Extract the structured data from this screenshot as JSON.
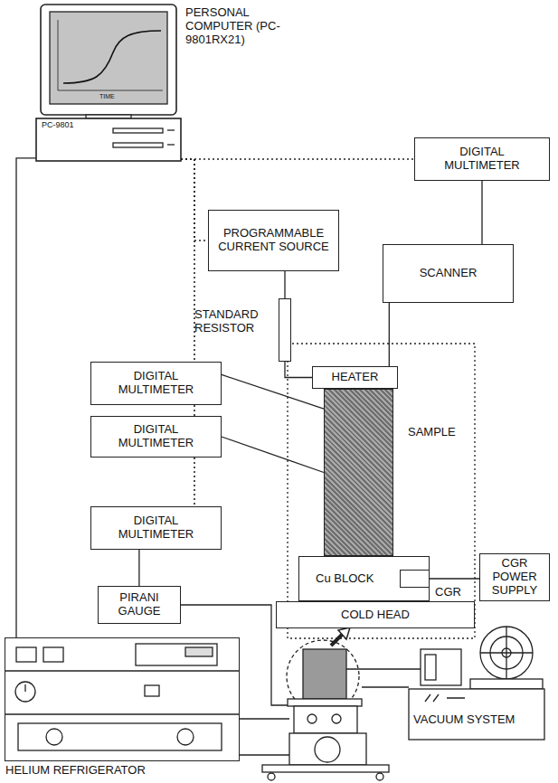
{
  "diagram": {
    "nodes": [
      {
        "text": [
          "PERSONAL COMPUTER (PC-9801RX21)"
        ]
      },
      {
        "text": [
          "DIGITAL MULTIMETER"
        ]
      },
      {
        "text": [
          "PROGRAMMABLE CURRENT SOURCE"
        ]
      },
      {
        "text": [
          "SCANNER"
        ]
      },
      {
        "text": [
          "STANDARD RESISTOR"
        ]
      },
      {
        "text": [
          "HEATER"
        ]
      },
      {
        "text": [
          "SAMPLE"
        ]
      },
      {
        "text": [
          "DIGITAL MULTIMETER"
        ]
      },
      {
        "text": [
          "DIGITAL MULTIMETER"
        ]
      },
      {
        "text": [
          "Cu BLOCK"
        ]
      },
      {
        "text": [
          "CGR"
        ],
        "in": 9
      },
      {
        "text": [
          "COLD HEAD"
        ]
      },
      {
        "text": [
          "CGR POWER SUPPLY"
        ]
      },
      {
        "text": [
          "DIGITAL MULTIMETER"
        ]
      },
      {
        "text": [
          "PIRANI GAUGE"
        ]
      },
      {
        "text": [
          "HELIUM REFRIGERATOR"
        ]
      },
      {
        "text": [
          "VACUUM SYSTEM"
        ]
      }
    ],
    "edges": [
      {
        "from": 0,
        "to": 1,
        "arrow": "none"
      },
      {
        "from": 0,
        "to": 2,
        "arrow": "none"
      },
      {
        "from": 1,
        "to": 3,
        "arrow": "none"
      },
      {
        "from": 2,
        "to": 4,
        "arrow": "none"
      },
      {
        "from": 4,
        "to": 5,
        "arrow": "none"
      },
      {
        "from": 3,
        "to": 5,
        "arrow": "none"
      },
      {
        "from": 7,
        "to": 6,
        "arrow": "none"
      },
      {
        "from": 8,
        "to": 6,
        "arrow": "none"
      },
      {
        "from": 10,
        "to": 12,
        "arrow": "none"
      },
      {
        "from": 0,
        "to": 7,
        "arrow": "none"
      },
      {
        "from": 7,
        "to": 8,
        "arrow": "none"
      },
      {
        "from": 8,
        "to": 13,
        "arrow": "none"
      },
      {
        "from": 13,
        "to": 14,
        "arrow": "none"
      },
      {
        "from": 0,
        "to": 15,
        "arrow": "none"
      }
    ],
    "labels": [
      "PC-9801",
      "TIME"
    ]
  }
}
